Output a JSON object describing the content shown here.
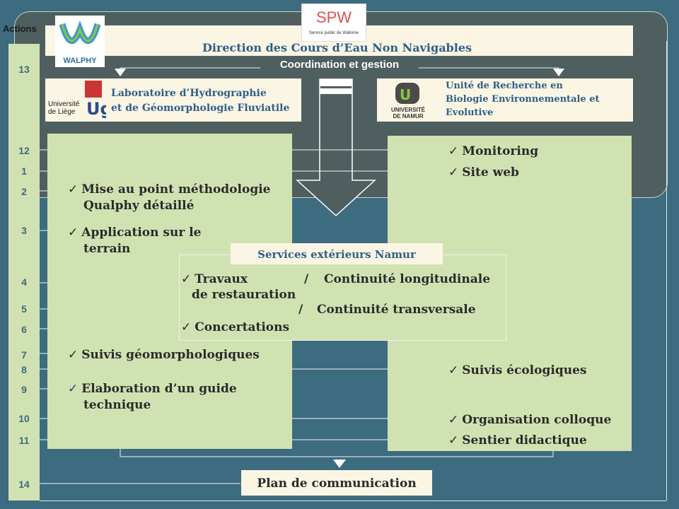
{
  "header": {
    "actions_label": "Actions",
    "spw_logo_text": "SPW",
    "spw_logo_caption": "Service public de Wallonie",
    "direction_title": "Direction des Cours d’Eau Non Navigables",
    "walphy_logo_text": "WALPHY",
    "coordination": "Coordination et gestion"
  },
  "labs": {
    "liege": {
      "logo_text": "Université de Liège",
      "name_line1": "Laboratoire d’Hydrographie",
      "name_line2": "et de Géomorphologie Fluviatile"
    },
    "namur": {
      "logo_text": "UNIVERSITÉ DE NAMUR",
      "name_line1": "Unité de Recherche en",
      "name_line2": "Biologie Environnementale et",
      "name_line3": "Evolutive"
    }
  },
  "action_numbers": [
    "13",
    "12",
    "1",
    "2",
    "3",
    "4",
    "5",
    "6",
    "7",
    "8",
    "9",
    "10",
    "11",
    "14"
  ],
  "left_items": {
    "mise_line1": "Mise au point méthodologie",
    "mise_line2": "Qualphy détaillé",
    "application_line1": "Application sur le",
    "application_line2": "terrain",
    "suivis_geo": "Suivis géomorphologiques",
    "guide_line1": "Elaboration d’un guide",
    "guide_line2": "technique"
  },
  "right_items": {
    "monitoring": "Monitoring",
    "site_web": "Site web",
    "suivis_eco": "Suivis écologiques",
    "colloque": "Organisation colloque",
    "sentier": "Sentier didactique"
  },
  "services": {
    "title": "Services extérieurs Namur",
    "travaux": "Travaux",
    "slash1": "/",
    "continuite_long": "Continuité longitudinale",
    "restauration": "de restauration",
    "slash2": "/",
    "continuite_trans": "Continuité transversale",
    "concertations": "Concertations"
  },
  "plan": "Plan de communication",
  "check": "✓"
}
